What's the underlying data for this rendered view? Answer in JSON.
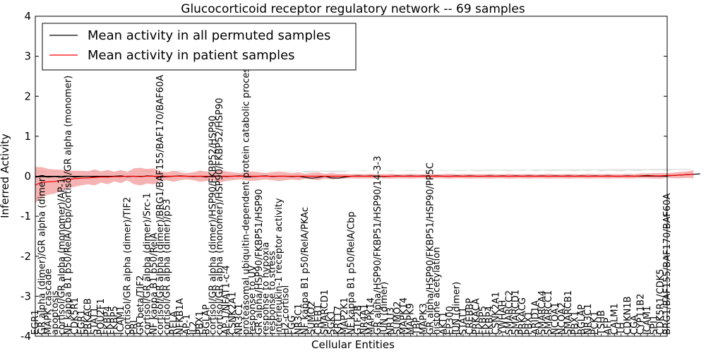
{
  "chart_data": {
    "type": "line",
    "title": "Glucocorticoid receptor regulatory network -- 69 samples",
    "xlabel": "Cellular Entities",
    "ylabel": "Inferred Activity",
    "ylim": [
      -4,
      4
    ],
    "yticks": [
      -4,
      -3,
      -2,
      -1,
      0,
      1,
      2,
      3,
      4
    ],
    "legend": {
      "position": "top-left"
    },
    "categories": [
      "EGR1",
      "GR alpha (dimer)/GR alpha (dimer)",
      "MAPK cascade",
      "apoptosis",
      "cortisol/GR alpha (monomer)/AP-1",
      "NF kappa B1 p50/RelA/Cbp/cortisol/GR alpha (monomer)",
      "CDK5R1",
      "EGR1",
      "PRKACB",
      "STAT1",
      "POU2F1",
      "FKBP4",
      "FKBP5",
      "ICAM1",
      "cortisol/GR alpha (dimer)/TIF2",
      "PRL",
      "GR beta/TIF2",
      "cortisol/GR alpha (dimer)/Src-1",
      "NF kappa B1 p50/RelA",
      "cortisol/GR alpha (dimer)/BRG1/BAF155/BAF170/BAF60A",
      "cortisol/GR alpha (dimer)/p53",
      "RELA",
      "NFKB1A",
      "AP-1",
      "IL2",
      "PBX1",
      "BGLAP",
      "cortisol/GR alpha (dimer)/HSP90/FKBP52/HSP90",
      "cortisol/GR alpha (monomer)/HSP90/FKBP52/HSP90",
      "AP-1/NFAT1-c-4",
      "CSNK2A1",
      "NR3C1",
      "proteasomal ubiquitin-dependent protein catabolic process",
      "response to UV",
      "GR alpha/HSP90/FKBP51/HSP90",
      "response to hypoxia",
      "response to stress",
      "interleukin-1 receptor activity",
      "H2-cortisol",
      "FGG",
      "NR3C1",
      "NF kappa B1 p50/RelA/PKAc",
      "SUMO2",
      "CREB1",
      "SMARCD1",
      "SGK1",
      "KRT17",
      "MAP2K1",
      "NF kappa B1 p50/RelA/Cbp",
      "GTF2B",
      "NR4A1",
      "MAPK14",
      "GR alpha/HSP90/FKBP51/HSP90/14-3-3",
      "JUN (dimer)",
      "NR1I3",
      "SUMO2",
      "MAPK14",
      "MAPK9",
      "TBP",
      "MAPK3",
      "GR alpha/HSP90/FKBP51/HSP90/PP5C",
      "histone acetylation",
      "AKT1",
      "EP300",
      "JUN (dimer)",
      "STAT1",
      "CREBBP",
      "PRKACA",
      "FKBP5",
      "FKBP4",
      "CSNK2A1",
      "YWHAH",
      "SMARCC2",
      "SMARCD1",
      "PRKACG",
      "PBX1",
      "ARID1A",
      "SMARCA4",
      "SMARCC1",
      "NCOA1",
      "NCOA2",
      "SMARCB1",
      "PBX1",
      "BGLAP",
      "NR3C1",
      "PCK1",
      "TSHB",
      "AFP",
      "CALM1",
      "TH",
      "CDKN1B",
      "CGA",
      "CYP11B2",
      "ICAM1",
      "SPI1",
      "CDK5R1/CDK5",
      "BRG1/BAF155/BAF170/BAF60A"
    ],
    "label_fontsize": 13,
    "series": [
      {
        "name": "Mean activity in all permuted samples",
        "color": "#000000",
        "band_color": "#cccccc",
        "values": [
          -0.02,
          -0.01,
          -0.02,
          -0.01,
          -0.03,
          0.0,
          -0.02,
          -0.01,
          0.0,
          -0.02,
          -0.01,
          -0.02,
          0.0,
          0.01,
          -0.01,
          0.0,
          -0.01,
          0.01,
          0.0,
          -0.02,
          -0.01,
          0.0,
          0.01,
          0.0,
          -0.01,
          0.0,
          -0.02,
          0.01,
          0.0,
          -0.01,
          0.0,
          0.01,
          0.0,
          -0.01,
          0.0,
          0.01,
          -0.01,
          0.0,
          0.0,
          -0.01,
          0.0,
          -0.03,
          -0.05,
          -0.03,
          0.0,
          -0.04,
          -0.05,
          -0.02,
          0.0,
          0.01,
          0.0,
          0.01,
          0.0,
          -0.01,
          0.0,
          0.01,
          0.0,
          0.01,
          0.0,
          0.01,
          0.0,
          0.01,
          0.0,
          0.0,
          0.01,
          0.0,
          0.01,
          0.0,
          0.0,
          0.01,
          0.0,
          0.01,
          0.0,
          0.01,
          0.0,
          0.01,
          0.0,
          0.01,
          0.0,
          0.01,
          0.0,
          0.01,
          0.0,
          0.01,
          0.0,
          0.01,
          0.0,
          0.01,
          0.0,
          0.0,
          0.01,
          0.0,
          0.01,
          0.02,
          0.01,
          0.0,
          0.01,
          0.02,
          0.03,
          0.04,
          0.05,
          0.06
        ],
        "band_halfwidth": [
          0.12,
          0.14,
          0.13,
          0.12,
          0.14,
          0.15,
          0.12,
          0.14,
          0.13,
          0.15,
          0.13,
          0.14,
          0.12,
          0.13,
          0.15,
          0.12,
          0.13,
          0.14,
          0.12,
          0.15,
          0.13,
          0.12,
          0.14,
          0.13,
          0.12,
          0.14,
          0.13,
          0.15,
          0.12,
          0.14,
          0.13,
          0.12,
          0.14,
          0.13,
          0.15,
          0.12,
          0.13,
          0.14,
          0.12,
          0.13,
          0.15,
          0.12,
          0.13,
          0.14,
          0.12,
          0.13,
          0.15,
          0.12,
          0.14,
          0.13,
          0.12,
          0.14,
          0.13,
          0.15,
          0.12,
          0.14,
          0.13,
          0.12,
          0.14,
          0.13,
          0.12,
          0.14,
          0.13,
          0.15,
          0.12,
          0.13,
          0.14,
          0.12,
          0.13,
          0.12,
          0.14,
          0.13,
          0.12,
          0.14,
          0.13,
          0.15,
          0.12,
          0.14,
          0.13,
          0.12,
          0.14,
          0.13,
          0.12,
          0.14,
          0.13,
          0.15,
          0.12,
          0.14,
          0.13,
          0.12,
          0.14,
          0.13,
          0.12,
          0.14,
          0.13,
          0.15,
          0.12,
          0.14,
          0.13,
          0.12,
          0.14
        ]
      },
      {
        "name": "Mean activity in patient samples",
        "color": "#ff0000",
        "band_color": "#f08080",
        "values": [
          -0.22,
          -0.15,
          -0.14,
          -0.13,
          -0.1,
          -0.08,
          -0.06,
          -0.05,
          -0.04,
          -0.03,
          -0.02,
          -0.02,
          -0.01,
          -0.01,
          0.0,
          0.0,
          -0.01,
          0.0,
          0.0,
          0.0,
          0.0,
          0.0,
          0.0,
          0.0,
          0.0,
          0.0,
          0.0,
          0.0,
          0.0,
          0.0,
          0.0,
          0.0,
          0.0,
          0.0,
          0.0,
          0.0,
          0.0,
          0.0,
          0.0,
          0.0,
          0.0,
          0.0,
          0.0,
          0.0,
          0.0,
          0.0,
          0.0,
          0.0,
          0.0,
          0.0,
          0.0,
          0.0,
          0.0,
          0.0,
          0.0,
          0.0,
          0.0,
          0.0,
          0.0,
          0.0,
          0.0,
          0.0,
          0.0,
          0.0,
          0.0,
          0.0,
          0.0,
          0.0,
          0.0,
          0.0,
          0.0,
          0.0,
          0.0,
          0.0,
          0.0,
          0.0,
          0.0,
          0.0,
          0.0,
          0.0,
          0.0,
          0.0,
          0.0,
          0.0,
          0.0,
          0.0,
          0.0,
          0.0,
          0.0,
          0.0,
          0.0,
          0.0,
          0.01,
          0.01,
          0.01,
          0.01,
          0.02,
          0.02,
          0.03,
          0.04,
          0.05
        ],
        "band_halfwidth": [
          0.45,
          0.38,
          0.32,
          0.3,
          0.26,
          0.22,
          0.2,
          0.18,
          0.16,
          0.2,
          0.14,
          0.18,
          0.12,
          0.16,
          0.1,
          0.2,
          0.22,
          0.18,
          0.2,
          0.12,
          0.1,
          0.14,
          0.1,
          0.08,
          0.1,
          0.14,
          0.12,
          0.1,
          0.16,
          0.12,
          0.1,
          0.08,
          0.1,
          0.12,
          0.1,
          0.08,
          0.1,
          0.12,
          0.1,
          0.08,
          0.1,
          0.06,
          0.08,
          0.1,
          0.06,
          0.08,
          0.06,
          0.06,
          0.05,
          0.06,
          0.05,
          0.06,
          0.05,
          0.05,
          0.06,
          0.05,
          0.05,
          0.06,
          0.05,
          0.05,
          0.06,
          0.05,
          0.05,
          0.06,
          0.05,
          0.05,
          0.06,
          0.05,
          0.05,
          0.06,
          0.05,
          0.05,
          0.06,
          0.05,
          0.05,
          0.06,
          0.05,
          0.05,
          0.06,
          0.05,
          0.05,
          0.06,
          0.05,
          0.05,
          0.06,
          0.05,
          0.05,
          0.06,
          0.05,
          0.05,
          0.06,
          0.05,
          0.06,
          0.06,
          0.07,
          0.07,
          0.06,
          0.07,
          0.08,
          0.08,
          0.1
        ]
      }
    ]
  }
}
